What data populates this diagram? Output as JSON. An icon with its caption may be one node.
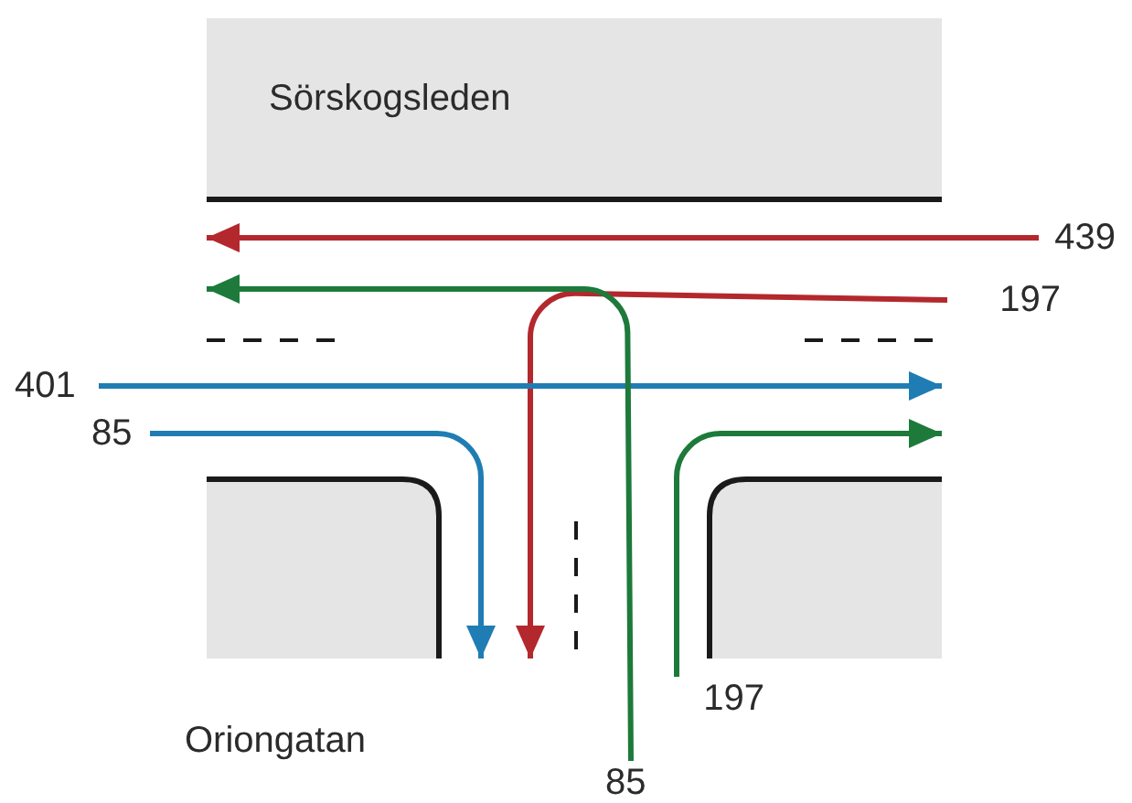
{
  "diagram": {
    "nodes": [
      {
        "text": [
          "439"
        ]
      },
      {
        "text": [
          "197"
        ]
      },
      {
        "text": [
          "401"
        ]
      },
      {
        "text": [
          "85"
        ]
      },
      {
        "text": [
          "85"
        ]
      },
      {
        "text": [
          "197"
        ]
      }
    ],
    "edges": [
      {
        "from": 0,
        "to": null,
        "arrow": "to",
        "color": "#b3282d"
      },
      {
        "from": 1,
        "to": null,
        "arrow": "to",
        "color": "#b3282d"
      },
      {
        "from": 2,
        "to": null,
        "arrow": "to",
        "color": "#1f7db3"
      },
      {
        "from": 3,
        "to": null,
        "arrow": "to",
        "color": "#1f7db3"
      },
      {
        "from": 4,
        "to": null,
        "arrow": "to",
        "color": "#1d7a3a"
      },
      {
        "from": 5,
        "to": null,
        "arrow": "to",
        "color": "#1d7a3a"
      }
    ],
    "labels": [
      "Sörskogsleden",
      "Oriongatan"
    ]
  }
}
